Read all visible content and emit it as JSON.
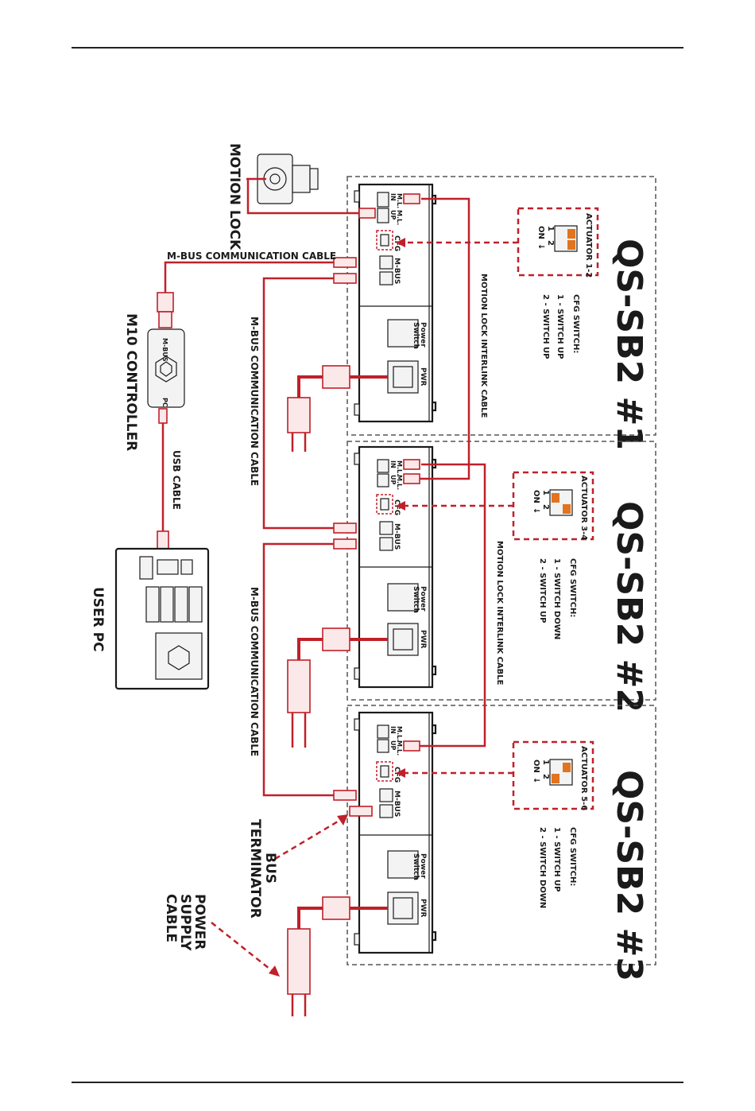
{
  "colors": {
    "cable": "#c0202a",
    "switch_on": "#e2731f",
    "ink": "#1a1a1a"
  },
  "units": [
    {
      "title": "QS-SB2 #1",
      "actuator": "ACTUATOR 1-2",
      "cfg_title": "CFG SWITCH:",
      "cfg_line1": "1 - SWITCH UP",
      "cfg_line2": "2 - SWITCH UP"
    },
    {
      "title": "QS-SB2 #2",
      "actuator": "ACTUATOR 3-4",
      "cfg_title": "CFG SWITCH:",
      "cfg_line1": "1 - SWITCH DOWN",
      "cfg_line2": "2 - SWITCH UP"
    },
    {
      "title": "QS-SB2 #3",
      "actuator": "ACTUATOR 5-6",
      "cfg_title": "CFG SWITCH:",
      "cfg_line1": "1 - SWITCH UP",
      "cfg_line2": "2 - SWITCH DOWN"
    }
  ],
  "ports": {
    "pwr": "PWR",
    "power_switch_1": "Power",
    "power_switch_2": "Switch",
    "mbus": "M-BUS",
    "cfg": "CFG",
    "ml_in_1": "M.L.",
    "ml_in_2": "IN",
    "ml_up_1": "M.L.",
    "ml_up_2": "UP",
    "dip_on": "ON",
    "dip_1": "1",
    "dip_2": "2",
    "dip_arrow": "↓"
  },
  "devices": {
    "motion_lock": "MOTION LOCK",
    "controller": "M10 CONTROLLER",
    "controller_mbus": "M-BUS",
    "controller_pc": "PC",
    "user_pc": "USER PC",
    "bus_terminator_1": "BUS",
    "bus_terminator_2": "TERMINATOR",
    "power_supply_1": "POWER",
    "power_supply_2": "SUPPLY",
    "power_supply_3": "CABLE"
  },
  "cables": {
    "mbus_top": "M-BUS COMMUNICATION CABLE",
    "mbus_1": "M-BUS COMMUNICATION CABLE",
    "mbus_2": "M-BUS COMMUNICATION CABLE",
    "usb": "USB CABLE",
    "interlink_1": "MOTION LOCK INTERLINK CABLE",
    "interlink_2": "MOTION LOCK INTERLINK CABLE"
  }
}
